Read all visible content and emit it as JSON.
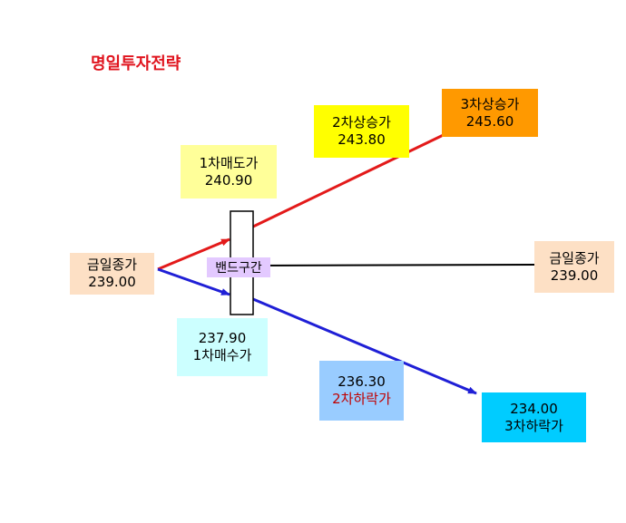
{
  "title": "명일투자전략",
  "band_label": "밴드구간",
  "nodes": {
    "close_left": {
      "label": "금일종가",
      "value": "239.00",
      "bg": "#fde0c5"
    },
    "close_right": {
      "label": "금일종가",
      "value": "239.00",
      "bg": "#fde0c5"
    },
    "sell1": {
      "label": "1차매도가",
      "value": "240.90",
      "bg": "#ffff99"
    },
    "buy1": {
      "value": "237.90",
      "label": "1차매수가",
      "bg": "#ccffff"
    },
    "rise2": {
      "label": "2차상승가",
      "value": "243.80",
      "bg": "#ffff00"
    },
    "rise3": {
      "label": "3차상승가",
      "value": "245.60",
      "bg": "#ff9900"
    },
    "fall2": {
      "value": "236.30",
      "label": "2차하락가",
      "bg": "#99ccff"
    },
    "fall3": {
      "value": "234.00",
      "label": "3차하락가",
      "bg": "#00ccff"
    }
  },
  "colors": {
    "title": "#e0141e",
    "up_line": "#e31a1a",
    "down_line": "#1f1fd6",
    "flat_line": "#000000"
  }
}
